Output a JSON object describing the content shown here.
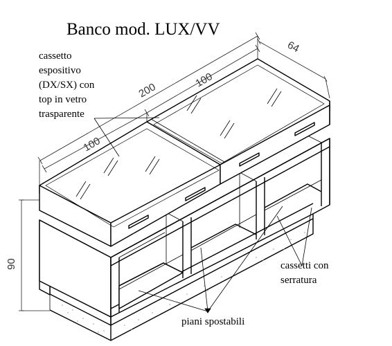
{
  "title": "Banco mod. LUX/VV",
  "labels": {
    "drawer_display": [
      "cassetto",
      "espositivo",
      "(DX/SX) con",
      "top in vetro",
      "trasparente"
    ],
    "lock_drawers": [
      "cassetti con",
      "serratura"
    ],
    "shelves": "piani spostabili"
  },
  "dimensions": {
    "total_length": "200",
    "half_left": "100",
    "half_right": "100",
    "depth": "64",
    "height": "90"
  }
}
